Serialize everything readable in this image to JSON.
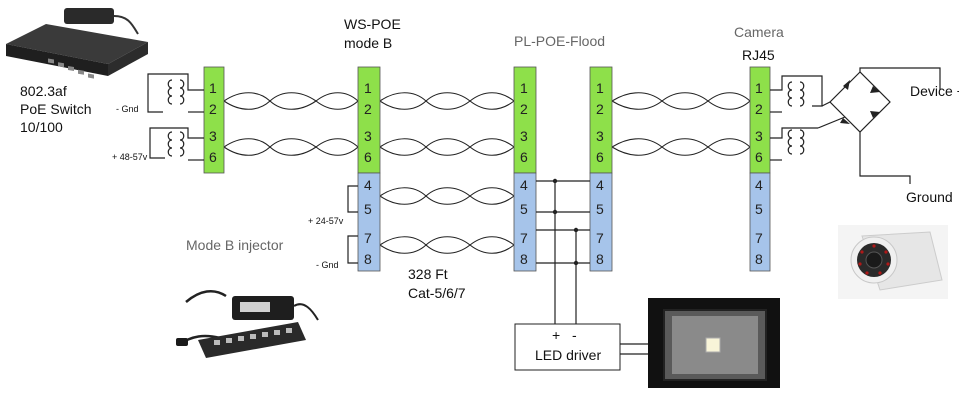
{
  "switch": {
    "line1": "802.3af",
    "line2": "PoE Switch",
    "line3": "10/100",
    "gnd": "- Gnd",
    "volt": "+ 48-57v"
  },
  "ws_poe": {
    "line1": "WS-POE",
    "line2": "mode B"
  },
  "pl_poe": {
    "title": "PL-POE-Flood"
  },
  "camera": {
    "line1": "Camera",
    "line2": "RJ45"
  },
  "device": {
    "plus": "Device +",
    "ground": "Ground"
  },
  "injector": {
    "title": "Mode B injector",
    "volt": "+ 24-57v",
    "gnd": "- Gnd"
  },
  "cable": {
    "line1": "328 Ft",
    "line2": "Cat-5/6/7"
  },
  "led_driver": {
    "label": "LED driver",
    "plus": "+",
    "minus": "-"
  },
  "pins": {
    "p1": "1",
    "p2": "2",
    "p3": "3",
    "p6": "6",
    "p4": "4",
    "p5": "5",
    "p7": "7",
    "p8": "8"
  },
  "colors": {
    "green_block": "#8ee04a",
    "blue_block": "#a6c4ea"
  },
  "icons": [
    "network-switch-image",
    "poe-injector-image",
    "led-flood-light-image",
    "security-camera-image",
    "transformer-coil-icon",
    "bridge-rectifier-icon"
  ]
}
